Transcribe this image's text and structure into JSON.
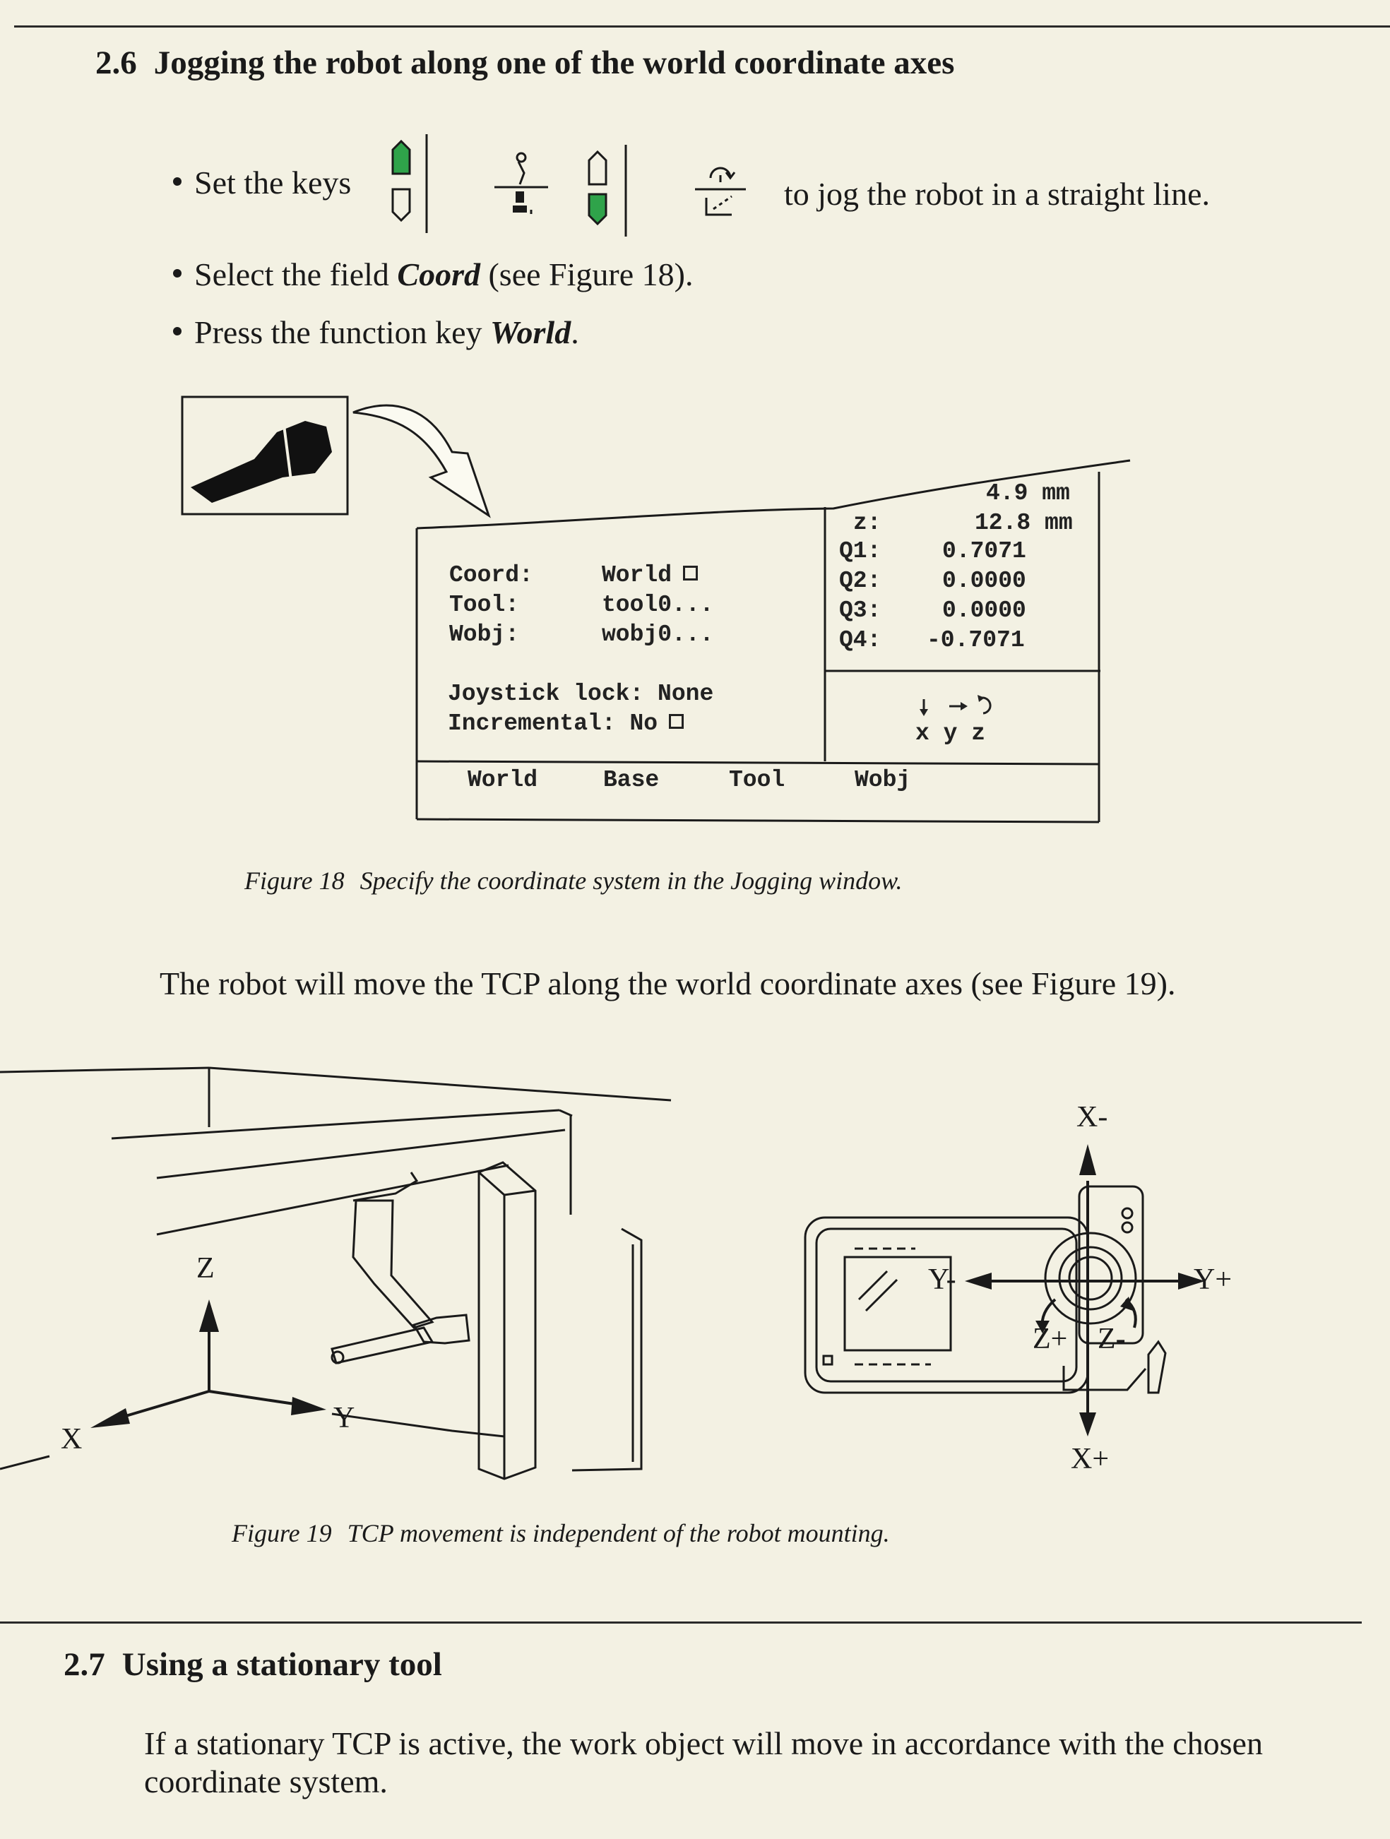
{
  "section_26": {
    "number": "2.6",
    "title": "Jogging the robot along one of the world coordinate axes"
  },
  "instructions": {
    "set_keys_prefix": "Set the keys",
    "set_keys_suffix": "to jog the robot in a straight line.",
    "select_field_prefix": "Select the field ",
    "select_field_name": "Coord",
    "select_field_suffix": " (see Figure 18).",
    "press_key_prefix": "Press the function key ",
    "press_key_name": "World",
    "press_key_suffix": "."
  },
  "key_icons": [
    "motion-unit-robot-key-icon",
    "motion-unit-external-key-icon",
    "linear-motion-key-icon",
    "axis-motion-key-icon",
    "incremental-key-icon"
  ],
  "jogging_window": {
    "coord_label": "Coord:",
    "coord_value": "World",
    "tool_label": "Tool:",
    "tool_value": "tool0...",
    "wobj_label": "Wobj:",
    "wobj_value": "wobj0...",
    "joystick_lock": "Joystick lock: None",
    "incremental": "Incremental: No",
    "pos_partial": "4.9 mm",
    "z_label": "z:",
    "z_value": "12.8 mm",
    "q1_label": "Q1:",
    "q1_value": "0.7071",
    "q2_label": "Q2:",
    "q2_value": "0.0000",
    "q3_label": "Q3:",
    "q3_value": "0.0000",
    "q4_label": "Q4:",
    "q4_value": "-0.7071",
    "joystick_axes": "x y z",
    "function_keys": [
      "World",
      "Base",
      "Tool",
      "Wobj"
    ]
  },
  "figure18": {
    "number": "Figure 18",
    "caption": "Specify the coordinate system in the Jogging window."
  },
  "body_text": "The robot will move the TCP along the world coordinate axes (see Figure 19).",
  "figure19": {
    "axis_labels": {
      "z": "Z",
      "y": "Y",
      "x": "X"
    },
    "pendant_labels": {
      "x_minus": "X-",
      "x_plus": "X+",
      "y_minus": "Y-",
      "y_plus": "Y+",
      "z_plus": "Z+",
      "z_minus": "Z-"
    },
    "number": "Figure 19",
    "caption": "TCP movement is independent of the robot mounting."
  },
  "section_27": {
    "number": "2.7",
    "title": "Using a stationary tool",
    "text": "If a stationary TCP is active, the work object will move in accordance with the chosen coordinate system."
  },
  "colors": {
    "page": "#f3f1e3",
    "ink": "#1a1a1a",
    "key_active": "#2fa34a"
  }
}
